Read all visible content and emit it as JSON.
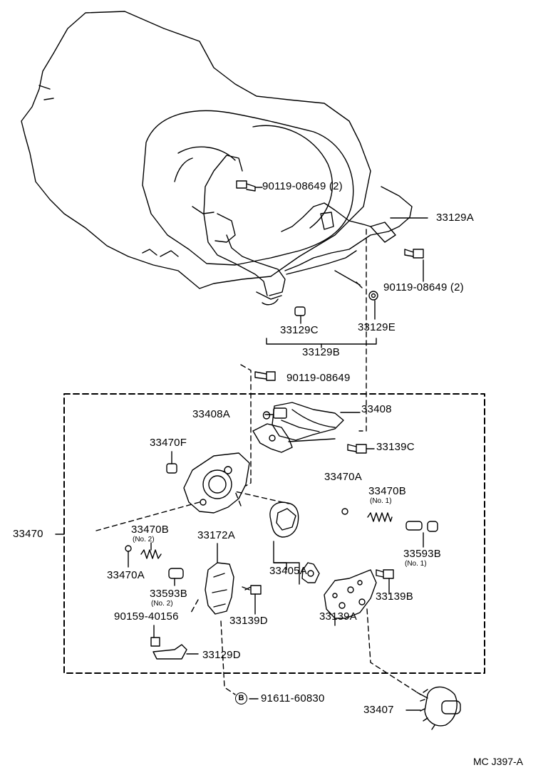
{
  "diagram_code": "MC J397-A",
  "bolt_marker": "B",
  "labels": {
    "p90119_08649_2_top": "90119-08649 (2)",
    "p33129A": "33129A",
    "p90119_08649_2_right": "90119-08649 (2)",
    "p33129C": "33129C",
    "p33129E": "33129E",
    "p33129B": "33129B",
    "p90119_08649": "90119-08649",
    "p33408A": "33408A",
    "p33408": "33408",
    "p33470F": "33470F",
    "p33139C": "33139C",
    "p33470A_right": "33470A",
    "p33470B_right": "33470B",
    "p33470B_right_sub": "(No. 1)",
    "p33470": "33470",
    "p33470B_left": "33470B",
    "p33470B_left_sub": "(No. 2)",
    "p33172A": "33172A",
    "p33470A_left": "33470A",
    "p33405A": "33405A",
    "p33593B_right": "33593B",
    "p33593B_right_sub": "(No. 1)",
    "p33139B": "33139B",
    "p33593B_left": "33593B",
    "p33593B_left_sub": "(No. 2)",
    "p90159_40156": "90159-40156",
    "p33139D": "33139D",
    "p33139A": "33139A",
    "p33129D": "33129D",
    "p91611_60830": "91611-60830",
    "p33407": "33407"
  }
}
